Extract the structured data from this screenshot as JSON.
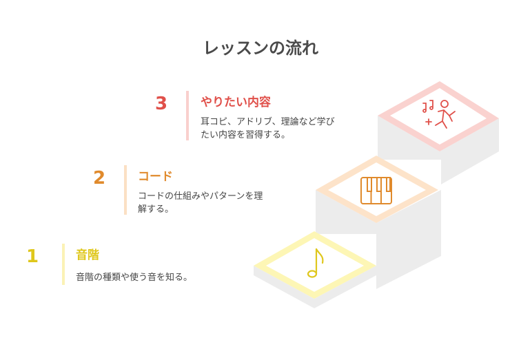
{
  "title": "レッスンの流れ",
  "steps": [
    {
      "number": "1",
      "heading": "音階",
      "description": "音階の種類や使う音を知る。",
      "icon": "music-note-icon",
      "color": "#dfc71c",
      "bar_color": "#fbf2b6",
      "tile_color": "#fdf6b5"
    },
    {
      "number": "2",
      "heading": "コード",
      "description_lines": [
        "コードの仕組みやパターンを理",
        "解する。"
      ],
      "icon": "piano-keys-icon",
      "color": "#e08a2c",
      "bar_color": "#fbe0c4",
      "tile_color": "#fde3c9"
    },
    {
      "number": "3",
      "heading": "やりたい内容",
      "description_lines": [
        "耳コピ、アドリブ、理論など学び",
        "たい内容を習得する。"
      ],
      "icon": "dancing-person-music-icon",
      "color": "#e0504a",
      "bar_color": "#f9d0cd",
      "tile_color": "#fad2cf"
    }
  ]
}
